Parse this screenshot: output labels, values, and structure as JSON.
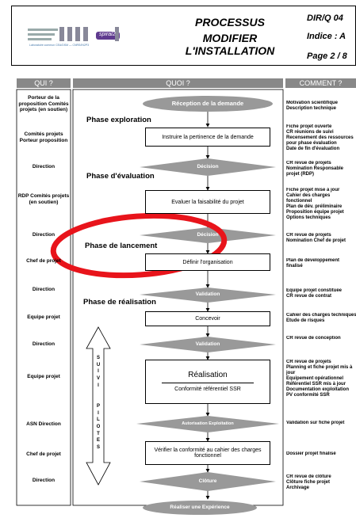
{
  "header": {
    "logo_text": "GANIL",
    "logo_sub": "Laboratoire commun CEA/DSM — CNRS/IN2P3",
    "logo_badge": "spiral2",
    "title_lines": [
      "PROCESSUS",
      "MODIFIER",
      "L'INSTALLATION"
    ],
    "doc_ref": "DIR/Q 04",
    "indice": "Indice : A",
    "page": "Page 2 / 8"
  },
  "columns": {
    "qui": "QUI ?",
    "quoi": "QUOI ?",
    "comment": "COMMENT ?"
  },
  "phases": {
    "exploration": "Phase exploration",
    "evaluation": "Phase d'évaluation",
    "lancement": "Phase de lancement",
    "realisation": "Phase de réalisation"
  },
  "flow": {
    "reception": "Réception de la demande",
    "instruire": "Instruire la pertinence de la demande",
    "decision1": "Décision",
    "evaluer": "Evaluer la faisabilité du projet",
    "decision2": "Décision",
    "definir": "Définir l'organisation",
    "validation1": "Validation",
    "concevoir": "Concevoir",
    "validation2": "Validation",
    "realisation": "Réalisation",
    "conformite": "Conformité référentiel SSR",
    "autorisation": "Autorisation Exploitation",
    "verifier": "Vérifier la conformité au cahier des charges fonctionnel",
    "cloture": "Clôture",
    "experience": "Réaliser une Expérience"
  },
  "suivi_letters": [
    "S",
    "U",
    "I",
    "V",
    "I",
    "",
    "",
    "P",
    "I",
    "L",
    "O",
    "T",
    "E",
    "S"
  ],
  "qui": [
    "Porteur de la proposition Comités projets (en soutien)",
    "Comités projets Porteur proposition",
    "Direction",
    "RDP Comités projets (en soutien)",
    "Direction",
    "Chef de projet",
    "Direction",
    "Equipe projet",
    "Direction",
    "Equipe projet",
    "ASN Direction",
    "Chef de projet",
    "Direction"
  ],
  "comment": [
    "Motivation scientifique\nDescription technique",
    "Fiche projet ouverte\nCR réunions de suivi\nRecensement des ressources\npour phase évaluation\nDate de fin d'évaluation",
    "CR revue de projets\nNomination Responsable\nprojet (RDP)",
    "Fiche projet mise à jour\nCahier des charges\nfonctionnel\nPlan de dév. préliminaire\nProposition équipe projet\nOptions techniques",
    "CR revue de projets\nNomination Chef de projet",
    "Plan de développement\nfinalisé",
    "Equipe projet constituée\nCR revue de contrat",
    "Cahier des charges techniques\nEtude de risques",
    "CR revue de conception",
    "CR revue de projets\nPlanning et fiche projet mis à\njour\nEquipement opérationnel\nRéférentiel SSR mis à jour\nDocumentation exploitation\nPV conformité SSR",
    "Validation sur fiche projet",
    "Dossier projet finalisé",
    "CR revue de clôture\nClôture fiche projet\nArchivage"
  ],
  "colors": {
    "header_grey": "#888888",
    "shape_grey": "#999999",
    "annotation_red": "#e8141b"
  }
}
